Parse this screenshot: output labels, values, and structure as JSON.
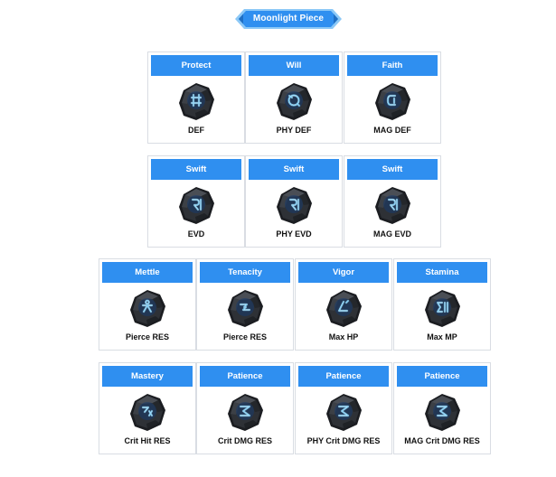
{
  "title": "Moonlight Piece",
  "colors": {
    "header_blue": "#2f8ff0",
    "header_text": "#ffffff",
    "banner_blue": "#2f8ff0",
    "banner_frame": "#8bc8f7",
    "card_border": "#d9dde3",
    "rune_glow": "#4fc3ff",
    "stone_dark": "#2e3136"
  },
  "rows": [
    {
      "cards": [
        {
          "name": "Protect",
          "stat": "DEF",
          "icon": "rune-protect-icon"
        },
        {
          "name": "Will",
          "stat": "PHY DEF",
          "icon": "rune-will-icon"
        },
        {
          "name": "Faith",
          "stat": "MAG DEF",
          "icon": "rune-faith-icon"
        }
      ]
    },
    {
      "cards": [
        {
          "name": "Swift",
          "stat": "EVD",
          "icon": "rune-swift-icon"
        },
        {
          "name": "Swift",
          "stat": "PHY EVD",
          "icon": "rune-swift-icon"
        },
        {
          "name": "Swift",
          "stat": "MAG EVD",
          "icon": "rune-swift-icon"
        }
      ]
    },
    {
      "cards": [
        {
          "name": "Mettle",
          "stat": "Pierce RES",
          "icon": "rune-mettle-icon"
        },
        {
          "name": "Tenacity",
          "stat": "Pierce RES",
          "icon": "rune-tenacity-icon"
        },
        {
          "name": "Vigor",
          "stat": "Max HP",
          "icon": "rune-vigor-icon"
        },
        {
          "name": "Stamina",
          "stat": "Max MP",
          "icon": "rune-stamina-icon"
        }
      ]
    },
    {
      "cards": [
        {
          "name": "Mastery",
          "stat": "Crit Hit RES",
          "icon": "rune-mastery-icon"
        },
        {
          "name": "Patience",
          "stat": "Crit DMG RES",
          "icon": "rune-patience-icon"
        },
        {
          "name": "Patience",
          "stat": "PHY Crit DMG RES",
          "icon": "rune-patience-icon"
        },
        {
          "name": "Patience",
          "stat": "MAG Crit DMG RES",
          "icon": "rune-patience-icon"
        }
      ]
    }
  ]
}
